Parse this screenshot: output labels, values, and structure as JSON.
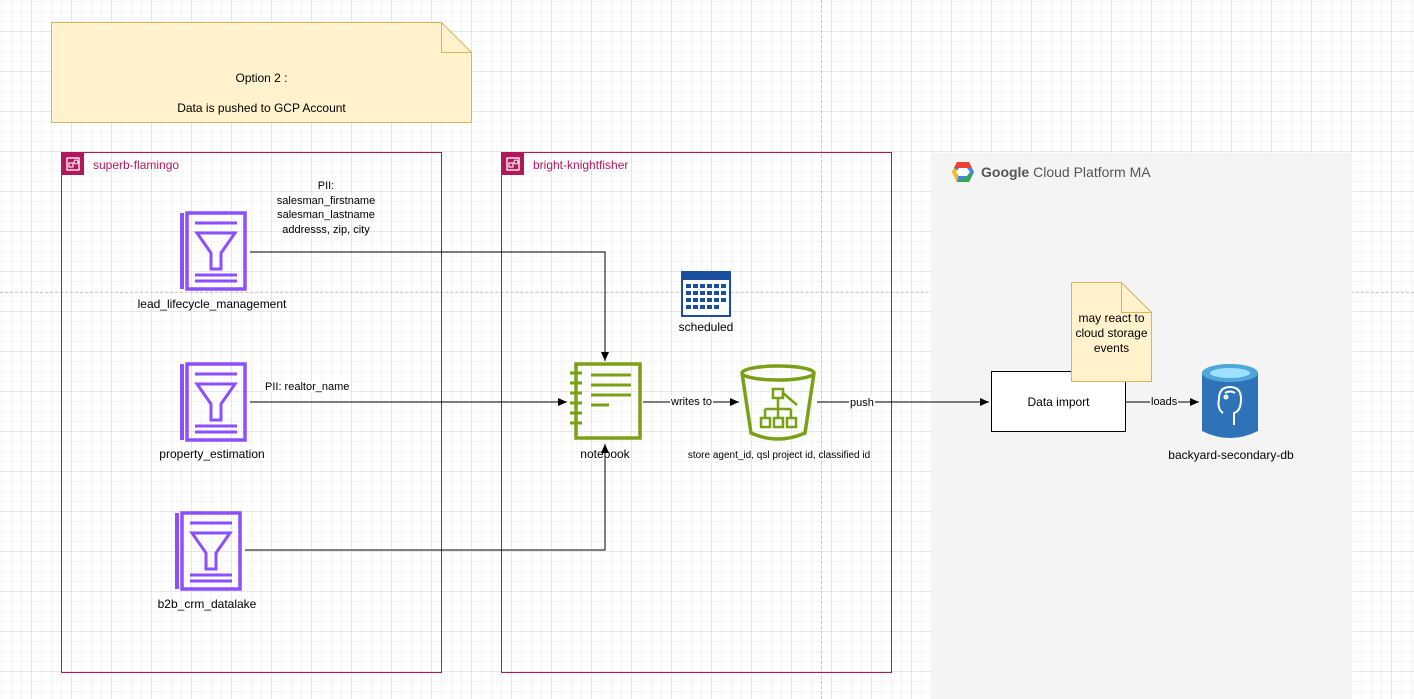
{
  "option_note": {
    "title": "Option 2 :",
    "subtitle": "Data is pushed to GCP Account"
  },
  "accounts": {
    "left": "superb-flamingo",
    "middle": "bright-knightfisher",
    "gcp": {
      "brand": "Google",
      "name": "Cloud Platform MA"
    }
  },
  "sources": {
    "s1": "lead_lifecycle_management",
    "s2": "property_estimation",
    "s3": "b2b_crm_datalake"
  },
  "pii": {
    "top": "PII:\nsalesman_firstname\nsalesman_lastname\naddresss, zip, city",
    "mid": "PII: realtor_name"
  },
  "scheduler_label": "scheduled",
  "notebook_label": "notebook",
  "bucket_label": "store agent_id, qsl project id, classified id",
  "edges": {
    "writes": "writes to",
    "push": "push",
    "loads": "loads"
  },
  "data_import": "Data import",
  "storage_note": "may react to\ncloud storage\nevents",
  "db_label": "backyard-secondary-db",
  "colors": {
    "account_border": "#b0185c",
    "glue_purple": "#8c4fff",
    "sagemaker_green": "#7aa116",
    "calendar_blue": "#1a4fa0",
    "note_fill": "#fff2cc",
    "note_border": "#d6b656",
    "db_blue": "#2e73b8"
  }
}
